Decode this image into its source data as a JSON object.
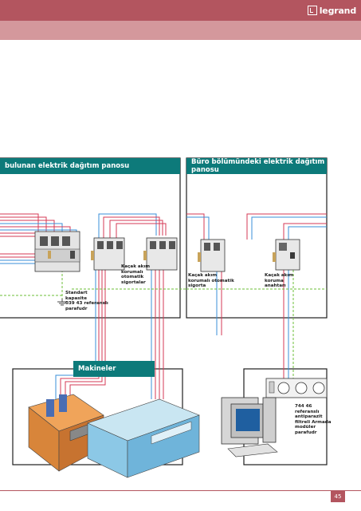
{
  "brand": {
    "name": "legrand"
  },
  "panels": {
    "left_title": "bulunan elektrik dağıtım panosu",
    "right_title": "Büro bölümündeki elektrik dağıtım panosu"
  },
  "labels": {
    "kacak_left": "Kaçak akım\nkorumalı\notomatik\nsigortalar",
    "standart": "Standart\nkapasite\n039 43 referanslı\nparafudr",
    "kacak_mid": "Kaçak akım\nkorumalı otomatik\nsigorta",
    "kacak_right": "Kaçak akım\nkoruma\nanahtarı",
    "armada": "744 46\nreferanslı\nantiparazit\nfiltreli Armada\nmodüler\nparafudr"
  },
  "makineler": "Makineler",
  "page_number": "45",
  "colors": {
    "brand": "#b3555f",
    "brand_light": "#d4989c",
    "teal": "#0d7a7a"
  }
}
